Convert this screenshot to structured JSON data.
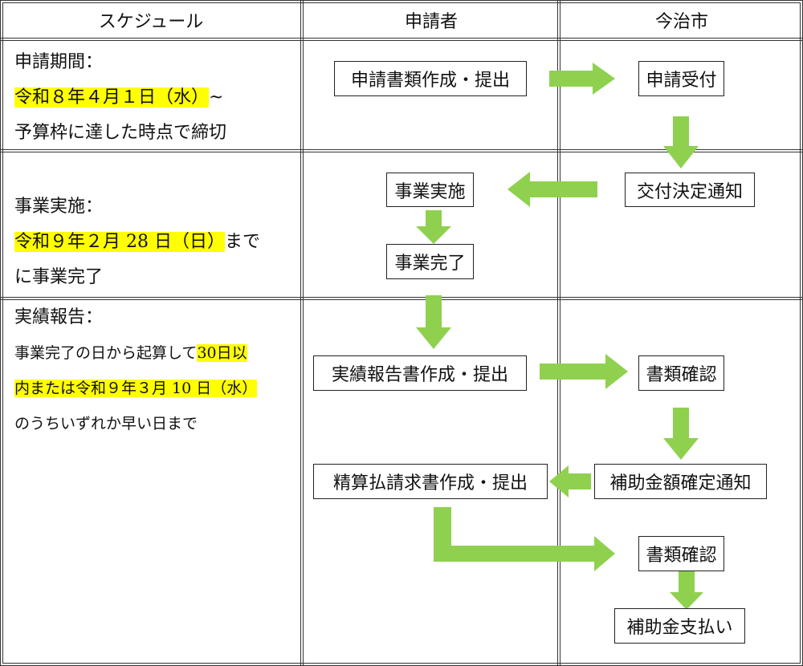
{
  "headers": {
    "schedule": "スケジュール",
    "applicant": "申請者",
    "city": "今治市"
  },
  "schedule": {
    "application": {
      "title": "申請期間：",
      "date": "令和８年４月１日（水）",
      "tilde": "~",
      "note": "予算枠に達した時点で締切"
    },
    "implementation": {
      "title": "事業実施：",
      "date": "令和９年２月 28 日（日）",
      "suffix": "まで",
      "note": "に事業完了"
    },
    "report": {
      "title": "実績報告：",
      "line1_plain": "事業完了の日から起算して",
      "line1_hi": "30日以",
      "line2_hi": "内または令和９年３月 10 日（水）",
      "line3": "のうちいずれか早い日まで"
    }
  },
  "flow": {
    "apply_docs": "申請書類作成・提出",
    "receive": "申請受付",
    "grant_notice": "交付決定通知",
    "implement": "事業実施",
    "complete": "事業完了",
    "report_docs": "実績報告書作成・提出",
    "check1": "書類確認",
    "amount_notice": "補助金額確定通知",
    "claim_docs": "精算払請求書作成・提出",
    "check2": "書類確認",
    "payment": "補助金支払い"
  },
  "colors": {
    "arrow": "#8fd14f",
    "highlight": "#ffff00"
  }
}
